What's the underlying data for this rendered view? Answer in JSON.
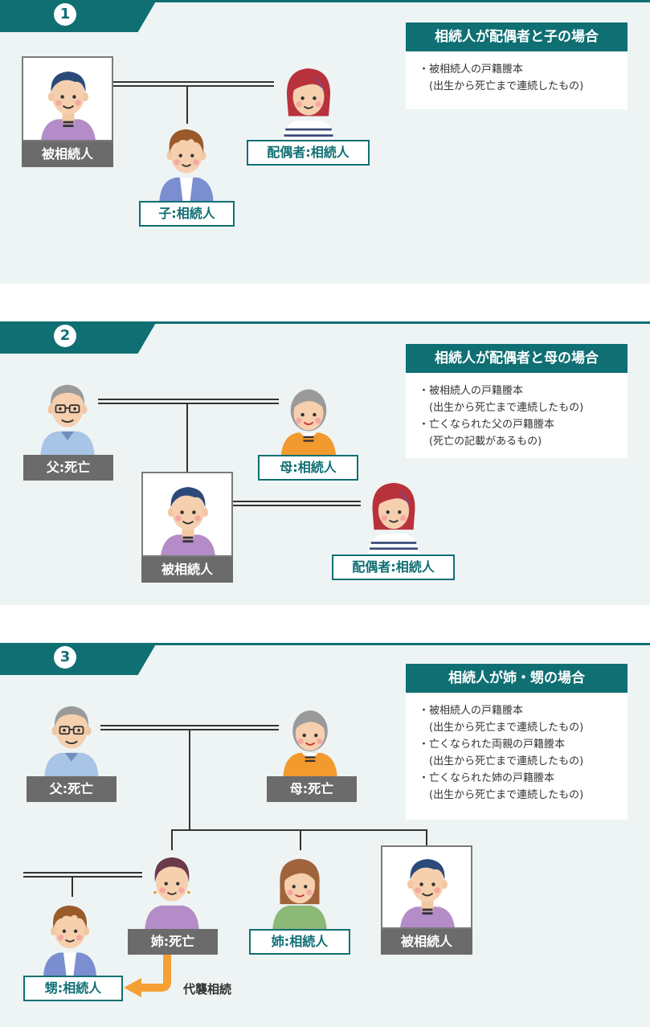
{
  "sections": [
    {
      "number": "1",
      "doc_title": "相続人が配偶者と子の場合",
      "docs": [
        "・被相続人の戸籍謄本",
        "　(出生から死亡まで連続したもの)"
      ],
      "labels": {
        "deceased": "被相続人",
        "spouse": "配偶者:相続人",
        "child": "子:相続人"
      }
    },
    {
      "number": "2",
      "doc_title": "相続人が配偶者と母の場合",
      "docs": [
        "・被相続人の戸籍謄本",
        "　(出生から死亡まで連続したもの)",
        "・亡くなられた父の戸籍謄本",
        "　(死亡の記載があるもの)"
      ],
      "labels": {
        "father": "父:死亡",
        "mother": "母:相続人",
        "deceased": "被相続人",
        "spouse": "配偶者:相続人"
      }
    },
    {
      "number": "3",
      "doc_title": "相続人が姉・甥の場合",
      "docs": [
        "・被相続人の戸籍謄本",
        "　(出生から死亡まで連続したもの)",
        "・亡くなられた両親の戸籍謄本",
        "　(出生から死亡まで連続したもの)",
        "・亡くなられた姉の戸籍謄本",
        "　(出生から死亡まで連続したもの)"
      ],
      "labels": {
        "father": "父:死亡",
        "mother": "母:死亡",
        "sister_dead": "姉:死亡",
        "sister_alive": "姉:相続人",
        "deceased": "被相続人",
        "nephew": "甥:相続人",
        "succession": "代襲相続"
      }
    }
  ],
  "colors": {
    "teal": "#0f6f73",
    "gray": "#6b6b6b",
    "orange": "#f5a033",
    "background": "#eef4f4"
  },
  "icons": [
    "man-icon",
    "woman-icon",
    "boy-icon",
    "grandfather-icon",
    "grandmother-icon"
  ]
}
